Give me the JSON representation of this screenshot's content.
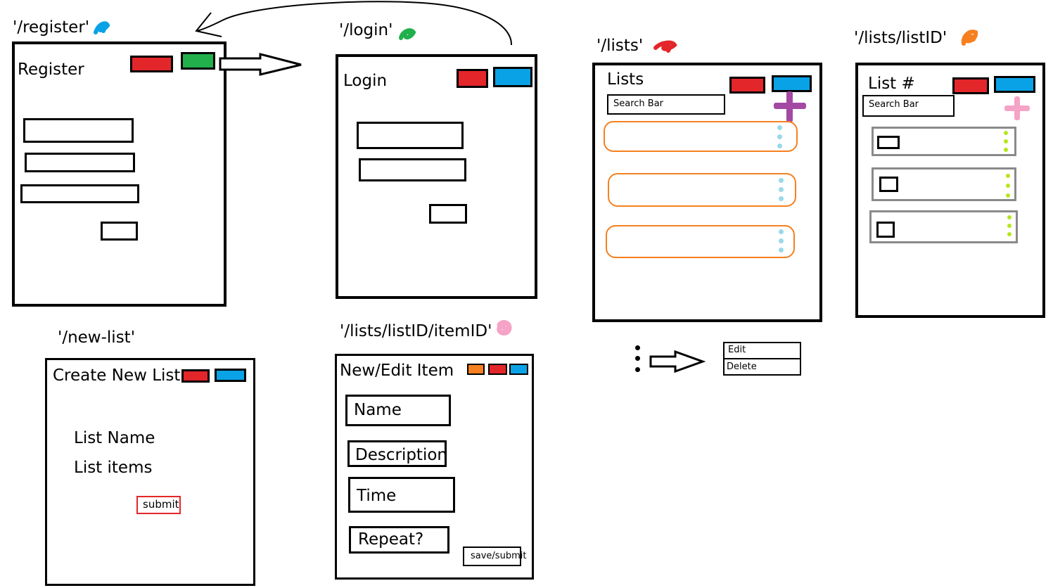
{
  "routes": {
    "register": "'/register'",
    "login": "'/login'",
    "lists": "'/lists'",
    "list_detail": "'/lists/listID'",
    "new_list": "'/new-list'",
    "item": "'/lists/listID/itemID'"
  },
  "register_page": {
    "title": "Register"
  },
  "login_page": {
    "title": "Login"
  },
  "lists_page": {
    "title": "Lists",
    "search_placeholder": "Search Bar"
  },
  "list_detail_page": {
    "title": "List #",
    "search_placeholder": "Search Bar"
  },
  "new_list_page": {
    "title": "Create New List",
    "list_name_label": "List Name",
    "list_items_label": "List items",
    "submit_label": "submit"
  },
  "item_page": {
    "title": "New/Edit Item",
    "name_label": "Name",
    "description_label": "Description",
    "time_label": "Time",
    "repeat_label": "Repeat?",
    "save_label": "save/submit"
  },
  "context_menu": {
    "edit_label": "Edit",
    "delete_label": "Delete"
  },
  "colors": {
    "red": "#e3262a",
    "blue": "#0aa2e6",
    "green": "#21b04b",
    "orange": "#f6801f",
    "purple": "#a349a4",
    "pink": "#f5a3c7",
    "light_blue_dots": "#99d9ea",
    "lime_dots": "#b5e61d",
    "gray_border": "#8a8a8a"
  },
  "icons": {
    "route_marker_register": "blue-scribble-icon",
    "route_marker_login": "green-scribble-icon",
    "route_marker_lists": "red-scribble-icon",
    "route_marker_list_detail": "orange-scribble-icon",
    "route_marker_item": "pink-scribble-icon",
    "add_list": "purple-plus-icon",
    "add_item": "pink-plus-icon",
    "kebab_menu": "vertical-dots-icon"
  }
}
